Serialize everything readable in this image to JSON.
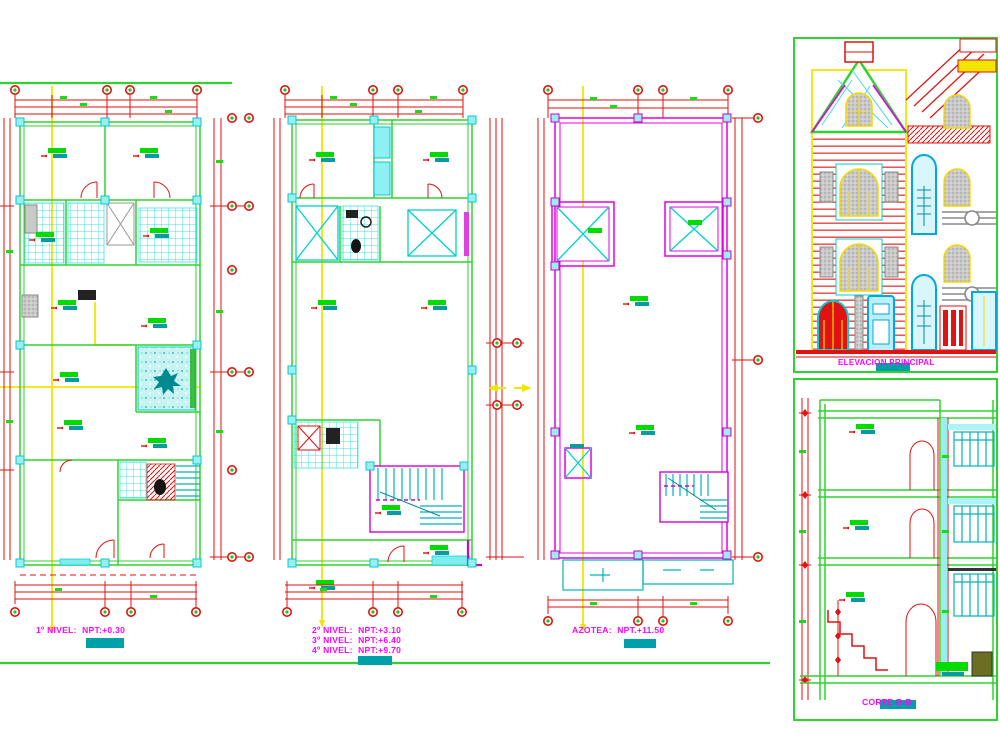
{
  "sheet": {
    "description": "Architectural CAD drawing: multi-storey house floor plans, main elevation and section",
    "background": "#ffffff"
  },
  "palette": {
    "wall_green": "#2fd32f",
    "dimension_red": "#e01212",
    "centerline_yellow": "#f2e600",
    "cyan": "#00d0d0",
    "teal": "#00a0a8",
    "magenta": "#ff00ff",
    "wall_magenta": "#e400e4",
    "gray": "#9a9a9a",
    "label_green": "#00dc00"
  },
  "plans": {
    "level1": {
      "title": "1º NIVEL:  NPT:+0.30"
    },
    "typical": {
      "titles": [
        "2º NIVEL:  NPT:+3.10",
        "3º NIVEL:  NPT:+6.40",
        "4º NIVEL:  NPT:+9.70"
      ]
    },
    "roof": {
      "title": "AZOTEA:  NPT.+11.50"
    }
  },
  "elevation": {
    "title": "ELEVACION PRINCIPAL"
  },
  "section": {
    "title": "CORTE B-B"
  }
}
